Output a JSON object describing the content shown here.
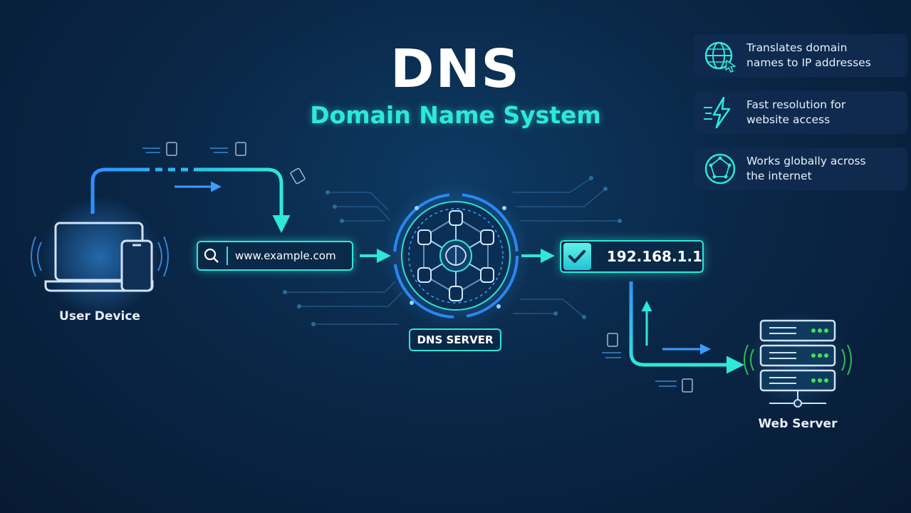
{
  "header": {
    "title": "DNS",
    "subtitle": "Domain Name System"
  },
  "features": [
    {
      "icon": "globe-cursor-icon",
      "text": "Translates domain names to IP addresses"
    },
    {
      "icon": "lightning-speed-icon",
      "text": "Fast resolution for website access"
    },
    {
      "icon": "globe-network-icon",
      "text": "Works globally across the internet"
    }
  ],
  "flow": {
    "device_label": "User Device",
    "query": "www.example.com",
    "dns_server_label": "DNS SERVER",
    "resolved_ip": "192.168.1.1",
    "web_server_label": "Web Server"
  },
  "colors": {
    "accent": "#2ee8d8",
    "blue": "#2f8fff",
    "server_led": "#3be35a",
    "background": "#0a2747"
  }
}
